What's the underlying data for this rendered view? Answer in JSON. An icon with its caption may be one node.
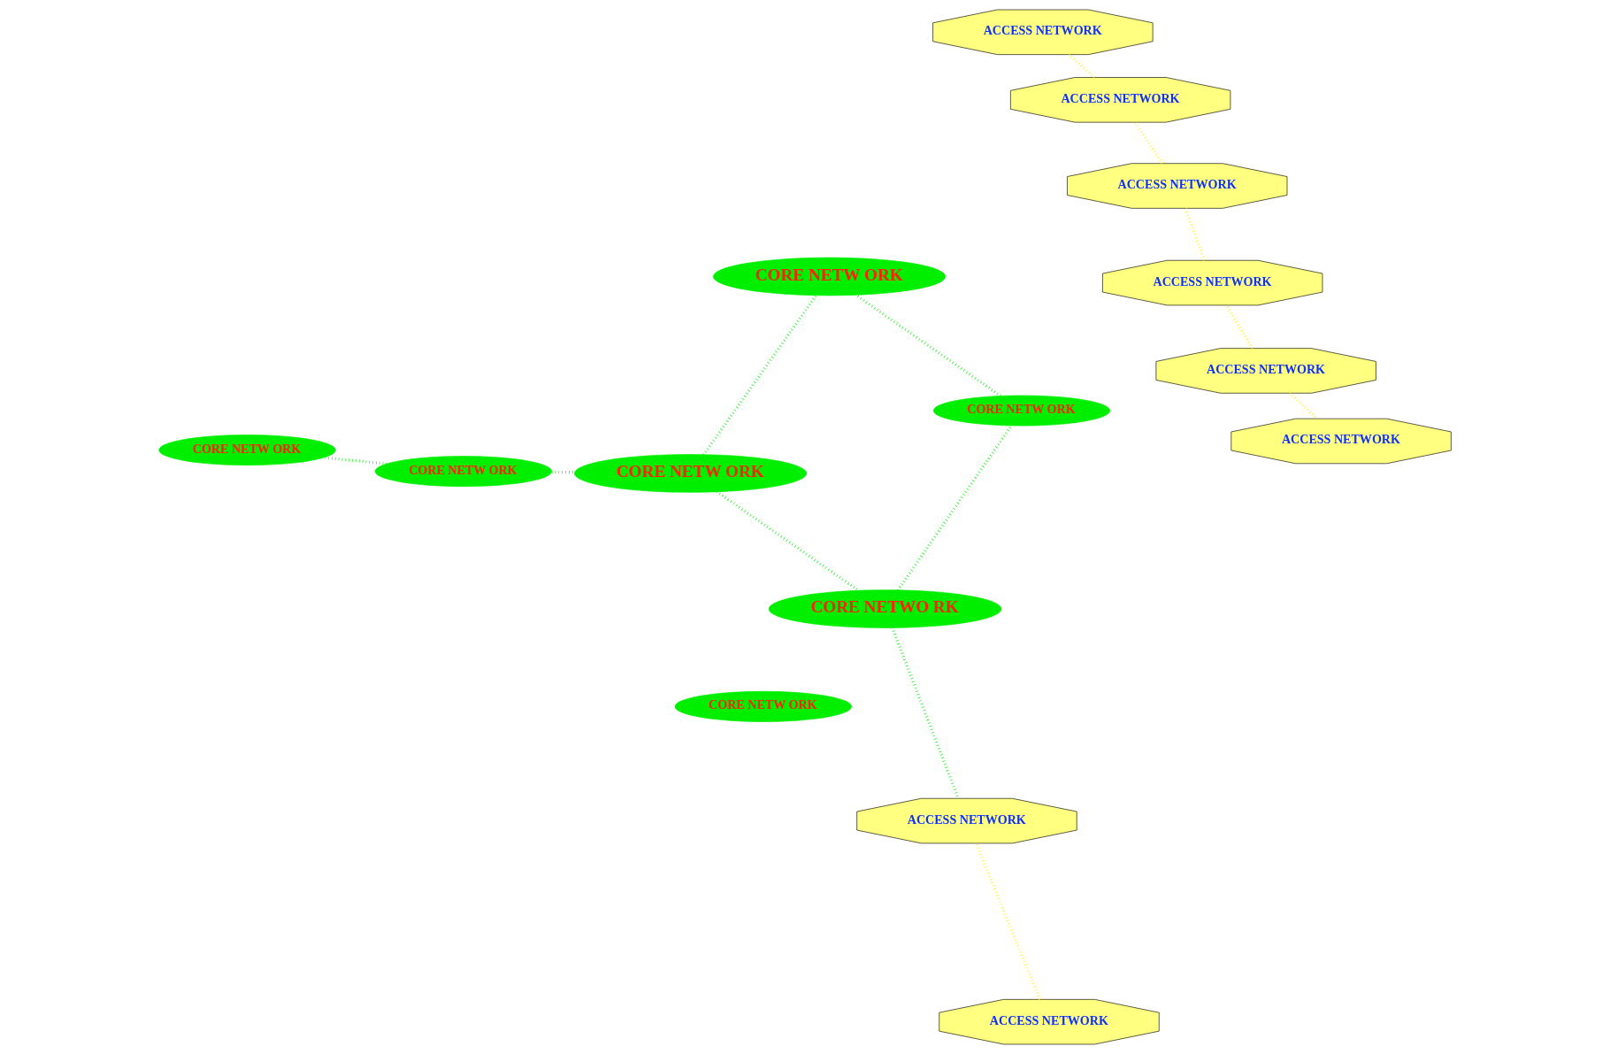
{
  "diagram": {
    "nodes": [
      {
        "text": [
          "ACCESS NETWORK"
        ]
      },
      {
        "text": [
          "ACCESS NETWORK"
        ]
      },
      {
        "text": [
          "CORE NETW ORK"
        ]
      },
      {
        "text": [
          "ACCESS NETWORK"
        ]
      },
      {
        "text": [
          "CORE NETW ORK"
        ]
      },
      {
        "text": [
          "CORE NETW ORK"
        ]
      },
      {
        "text": [
          "CORE NETWO RK"
        ]
      },
      {
        "text": [
          "CORE NETW ORK"
        ]
      },
      {
        "text": [
          "ACCESS NETWORK"
        ]
      },
      {
        "text": [
          "ACCESS NETWORK"
        ]
      },
      {
        "text": [
          "CORE NETW ORK"
        ]
      },
      {
        "text": [
          "CORE NETW ORK"
        ]
      },
      {
        "text": [
          "ACCESS NETWORK"
        ]
      },
      {
        "text": [
          "ACCESS NETWORK"
        ]
      },
      {
        "text": [
          "ACCESS NETWORK"
        ]
      }
    ],
    "edges": [
      {
        "from": 3,
        "to": 0,
        "arrow": "none",
        "style": "dashed",
        "color": "#ffee00"
      },
      {
        "from": 0,
        "to": 1,
        "arrow": "none",
        "style": "dashed",
        "color": "#ffee00"
      },
      {
        "from": 5,
        "to": 2,
        "arrow": "none",
        "style": "dashed"
      },
      {
        "from": 1,
        "to": 8,
        "arrow": "none",
        "style": "dashed",
        "color": "#ffee00"
      },
      {
        "from": 6,
        "to": 4,
        "arrow": "none",
        "style": "dashed"
      },
      {
        "from": 4,
        "to": 10,
        "arrow": "none",
        "style": "dashed"
      },
      {
        "from": 3,
        "to": 9,
        "arrow": "none",
        "style": "dashed",
        "color": "#ffee00"
      },
      {
        "from": 5,
        "to": 11,
        "arrow": "none",
        "style": "dashed"
      },
      {
        "from": 11,
        "to": 6,
        "arrow": "none",
        "style": "dashed"
      },
      {
        "from": 6,
        "to": 13,
        "arrow": "none",
        "style": "dashed"
      },
      {
        "from": 11,
        "to": 10,
        "arrow": "none",
        "style": "dashed"
      },
      {
        "from": 8,
        "to": 14,
        "arrow": "none",
        "style": "dashed",
        "color": "#ffee00"
      },
      {
        "from": 12,
        "to": 13,
        "arrow": "none",
        "style": "dashed",
        "color": "#ffee00"
      }
    ]
  }
}
